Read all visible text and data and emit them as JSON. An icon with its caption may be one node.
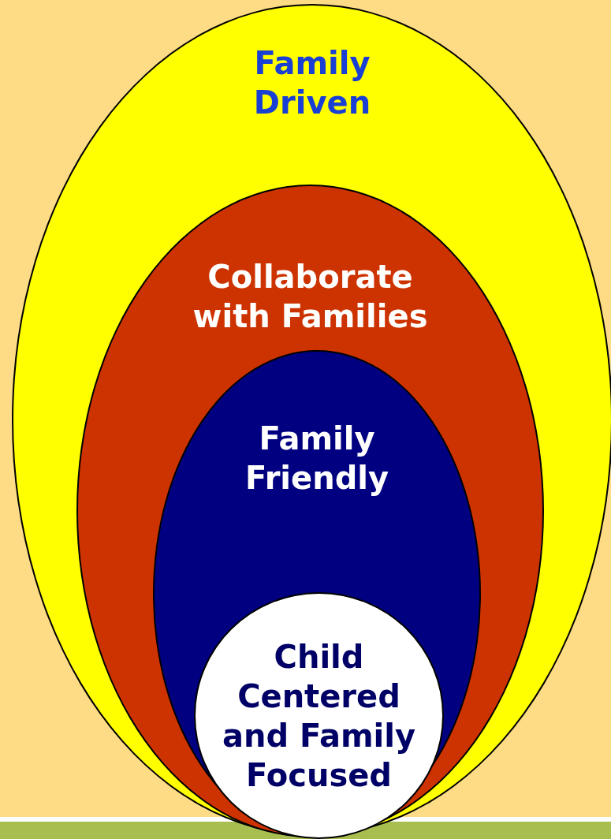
{
  "diagram": {
    "nodes": [
      {
        "text": [
          "Family Driven"
        ]
      },
      {
        "text": [
          "Collaborate with Families"
        ],
        "in": 0
      },
      {
        "text": [
          "Family Friendly"
        ],
        "in": 1
      },
      {
        "text": [
          "Child Centered and Family Focused"
        ],
        "in": 2
      }
    ]
  }
}
